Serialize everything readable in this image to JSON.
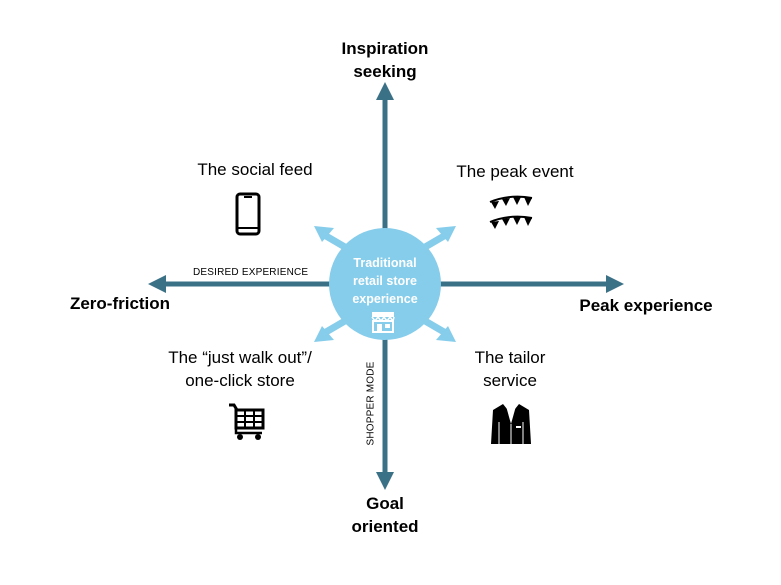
{
  "axes": {
    "top": [
      "Inspiration",
      "seeking"
    ],
    "bottom": [
      "Goal",
      "oriented"
    ],
    "left": "Zero-friction",
    "right": "Peak experience",
    "horizontal_axis_caption": "DESIRED EXPERIENCE",
    "vertical_axis_caption": "SHOPPER MODE"
  },
  "center": {
    "lines": [
      "Traditional",
      "retail store",
      "experience"
    ],
    "icon": "storefront-icon"
  },
  "quadrants": {
    "top_left": {
      "lines": [
        "The social feed"
      ],
      "icon": "smartphone-icon"
    },
    "top_right": {
      "lines": [
        "The peak event"
      ],
      "icon": "bunting-icon"
    },
    "bottom_left": {
      "lines": [
        "The “just walk out”/",
        "one-click store"
      ],
      "icon": "shopping-cart-icon"
    },
    "bottom_right": {
      "lines": [
        "The tailor",
        "service"
      ],
      "icon": "suit-jacket-icon"
    }
  },
  "colors": {
    "axis": "#3a7186",
    "center_circle": "#86cdeb",
    "text": "#000000"
  }
}
